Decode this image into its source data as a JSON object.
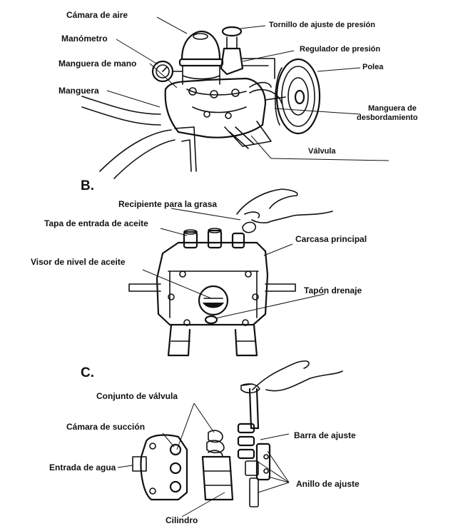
{
  "sections": {
    "b": "B.",
    "c": "C."
  },
  "panel_a": {
    "air_chamber": "Cámara de aire",
    "pressure_screw": "Tornillo de ajuste de presión",
    "gauge": "Manómetro",
    "pressure_regulator": "Regulador de presión",
    "hand_hose": "Manguera de mano",
    "pulley": "Polea",
    "hose": "Manguera",
    "overflow_hose_line1": "Manguera de",
    "overflow_hose_line2": "desbordamiento",
    "valve": "Válvula"
  },
  "panel_b": {
    "grease_cup": "Recipiente para la grasa",
    "oil_inlet_cap": "Tapa de entrada de aceite",
    "main_housing": "Carcasa principal",
    "oil_level_window": "Visor de nivel de aceite",
    "drain_plug": "Tapón drenaje"
  },
  "panel_c": {
    "valve_assembly": "Conjunto de válvula",
    "suction_chamber": "Cámara de succión",
    "adjusting_bar": "Barra de ajuste",
    "water_inlet": "Entrada de agua",
    "adjusting_ring": "Anillo de ajuste",
    "cylinder": "Cilindro"
  }
}
